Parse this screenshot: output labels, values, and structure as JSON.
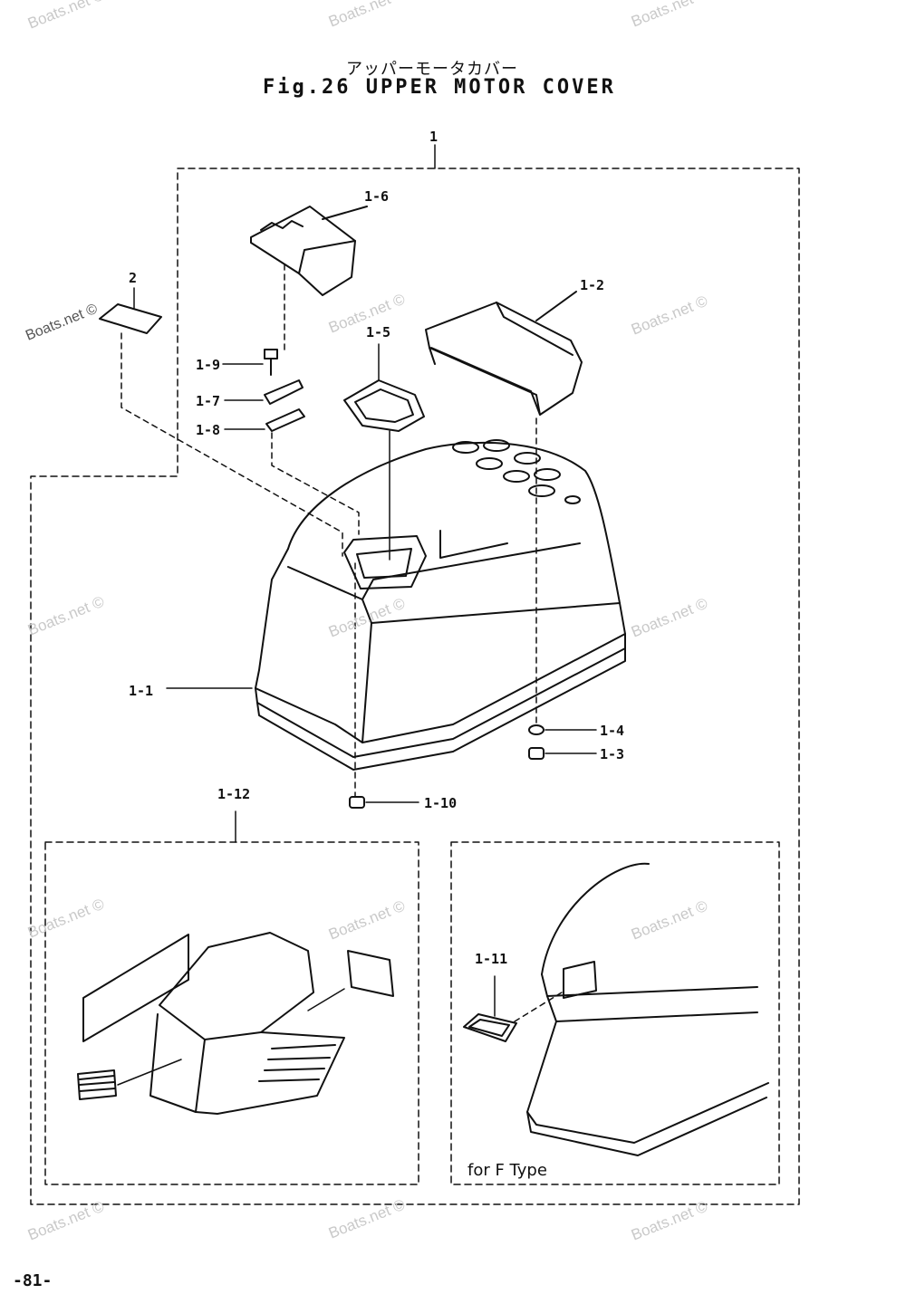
{
  "title": {
    "japanese": "アッパーモータカバー",
    "english": "Fig.26 UPPER MOTOR COVER"
  },
  "page_number": "-81-",
  "watermark_text": "Boats.net ©",
  "parts": [
    {
      "id": "1"
    },
    {
      "id": "1-1"
    },
    {
      "id": "1-2"
    },
    {
      "id": "1-3"
    },
    {
      "id": "1-4"
    },
    {
      "id": "1-5"
    },
    {
      "id": "1-6"
    },
    {
      "id": "1-7"
    },
    {
      "id": "1-8"
    },
    {
      "id": "1-9"
    },
    {
      "id": "1-10"
    },
    {
      "id": "1-11"
    },
    {
      "id": "1-12"
    },
    {
      "id": "2"
    }
  ],
  "variant_note": "for F Type",
  "colors": {
    "line": "#111111",
    "watermark": "#c9c9c9",
    "background": "#ffffff"
  }
}
